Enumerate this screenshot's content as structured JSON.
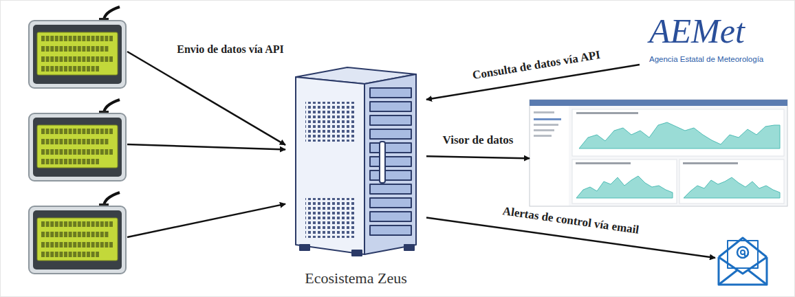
{
  "diagram": {
    "nodes": [
      {
        "text": []
      },
      {
        "text": []
      },
      {
        "text": []
      },
      {
        "text": [
          "Ecosistema Zeus"
        ]
      },
      {
        "text": [
          "AEMet",
          "Agencia Estatal de Meteorología"
        ]
      },
      {
        "text": []
      },
      {
        "text": []
      }
    ],
    "edges": [
      {
        "from": 0,
        "to": 3,
        "arrow": "to",
        "label": "Envio de datos vía API"
      },
      {
        "from": 1,
        "to": 3,
        "arrow": "to"
      },
      {
        "from": 2,
        "to": 3,
        "arrow": "to"
      },
      {
        "from": 4,
        "to": 3,
        "arrow": "to",
        "label": "Consulta de datos vía API"
      },
      {
        "from": 3,
        "to": 5,
        "arrow": "to",
        "label": "Visor de datos"
      },
      {
        "from": 3,
        "to": 6,
        "arrow": "to",
        "label": "Alertas de control vía email"
      }
    ]
  }
}
